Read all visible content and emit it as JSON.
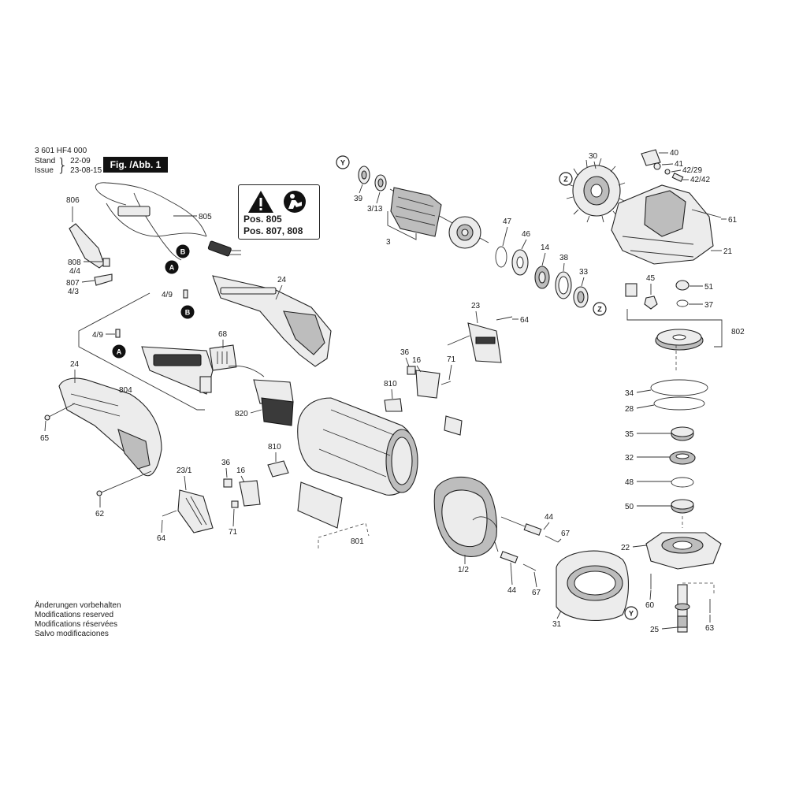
{
  "header": {
    "part_number": "3 601 HF4 000",
    "stand_label": "Stand",
    "issue_label": "Issue",
    "stand_value": "22-09",
    "issue_value": "23-08-15",
    "figure_badge": "Fig. /Abb. 1"
  },
  "warning_box": {
    "line1": "Pos. 805",
    "line2": "Pos. 807, 808"
  },
  "footer": [
    "Änderungen vorbehalten",
    "Modifications reserved",
    "Modifications réservées",
    "Salvo modificaciones"
  ],
  "callouts": {
    "Y": "Y",
    "Z": "Z",
    "A": "A",
    "B": "B"
  },
  "labels": {
    "p806": "806",
    "p805": "805",
    "p808": "808",
    "p4_4": "4/4",
    "p807": "807",
    "p4_3": "4/3",
    "p4_9a": "4/9",
    "p4_9b": "4/9",
    "p24a": "24",
    "p24b": "24",
    "p68": "68",
    "p820": "820",
    "p804": "804",
    "p65": "65",
    "p62": "62",
    "p23_1": "23/1",
    "p64a": "64",
    "p36a": "36",
    "p16a": "16",
    "p71a": "71",
    "p810a": "810",
    "p801": "801",
    "p39": "39",
    "p3_13": "3/13",
    "p3": "3",
    "p47": "47",
    "p46": "46",
    "p14": "14",
    "p38": "38",
    "p33": "33",
    "p23": "23",
    "p64b": "64",
    "p36b": "36",
    "p16b": "16",
    "p71b": "71",
    "p810b": "810",
    "p1_2": "1/2",
    "p44a": "44",
    "p67a": "67",
    "p44b": "44",
    "p67b": "67",
    "p31": "31",
    "p30": "30",
    "p40": "40",
    "p41": "41",
    "p42_29": "42/29",
    "p42_42": "42/42",
    "p61": "61",
    "p21": "21",
    "p45": "45",
    "p51": "51",
    "p37": "37",
    "p802": "802",
    "p34": "34",
    "p28": "28",
    "p35": "35",
    "p32": "32",
    "p48": "48",
    "p50": "50",
    "p22": "22",
    "p60": "60",
    "p25": "25",
    "p63": "63"
  }
}
